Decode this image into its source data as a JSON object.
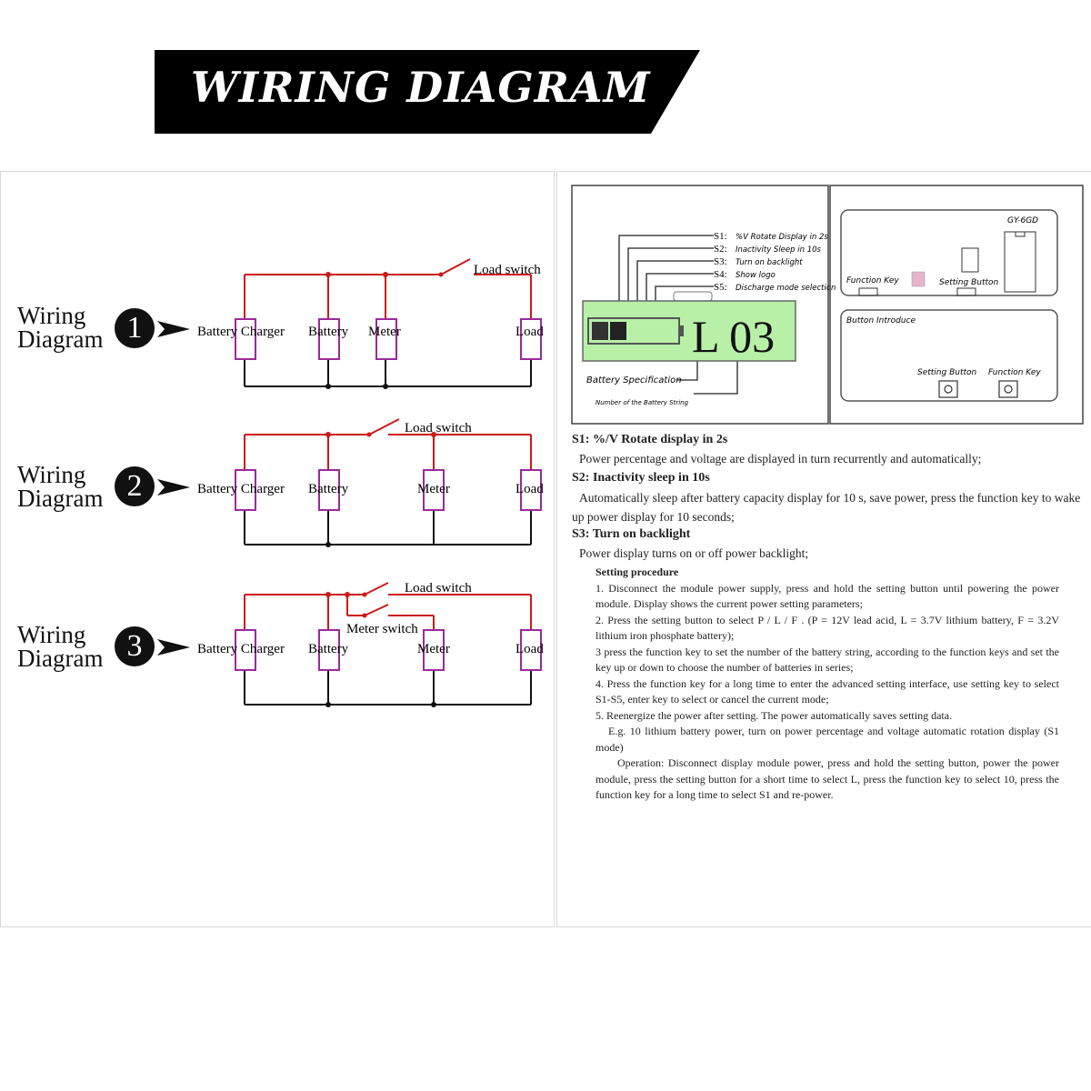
{
  "banner": {
    "title": "WIRING DIAGRAM"
  },
  "diagrams": [
    {
      "label_line1": "Wiring",
      "label_line2": "Diagram",
      "number": "1",
      "components": [
        "Battery",
        "Charger",
        "Battery",
        "Meter",
        "Load"
      ],
      "switch_label": "Load switch"
    },
    {
      "label_line1": "Wiring",
      "label_line2": "Diagram",
      "number": "2",
      "components": [
        "Battery",
        "Charger",
        "Battery",
        "Meter",
        "Load"
      ],
      "switch_label": "Load switch"
    },
    {
      "label_line1": "Wiring",
      "label_line2": "Diagram",
      "number": "3",
      "components": [
        "Battery",
        "Charger",
        "Battery",
        "Meter",
        "Load"
      ],
      "switch_label": "Load switch",
      "meter_switch_label": "Meter switch"
    }
  ],
  "display_panel": {
    "settings": [
      {
        "code": "S1:",
        "desc": "%V Rotate Display in 2s"
      },
      {
        "code": "S2:",
        "desc": "Inactivity Sleep in 10s"
      },
      {
        "code": "S3:",
        "desc": "Turn on backlight"
      },
      {
        "code": "S4:",
        "desc": "Show logo"
      },
      {
        "code": "S5:",
        "desc": "Discharge mode selection"
      }
    ],
    "lcd_text": "L 03",
    "battery_spec_label": "Battery Specification",
    "battery_string_label": "Number of the Battery String",
    "lcd_color": "#b8f0a8"
  },
  "module_panel": {
    "model": "GY-6GD",
    "function_key_label": "Function Key",
    "setting_button_label": "Setting Button",
    "button_introduce": "Button Introduce",
    "intro_setting_button": "Setting Button",
    "intro_function_key": "Function Key"
  },
  "instructions": {
    "s1_title": "S1:  %/V  Rotate display in 2s",
    "s1_body": "Power percentage and voltage are displayed in turn recurrently and automatically;",
    "s2_title": "S2:  Inactivity sleep in 10s",
    "s2_body": "Automatically sleep after battery capacity display for 10 s, save power, press the function key to wake up power display for 10 seconds;",
    "s3_title": "S3:  Turn on backlight",
    "s3_body": "Power display turns on or off power backlight;",
    "setting_title": "Setting procedure",
    "steps": [
      "1. Disconnect the module power supply, press and hold the setting button until powering the power module. Display shows the current power setting parameters;",
      "2. Press the setting button to select P / L / F .  (P = 12V lead acid, L = 3.7V lithium battery, F = 3.2V lithium iron phosphate battery);",
      "3 press the function key to set the number of the battery string, according to the function keys and set the key up or down to choose the number of batteries in series;",
      "4. Press the function key for a long time to enter the advanced setting interface, use setting key to select S1-S5, enter key to select or cancel the current mode;",
      "5. Reenergize the power after setting. The power automatically saves setting data."
    ],
    "example": "E.g. 10 lithium battery power, turn on power percentage and voltage automatic rotation display (S1 mode)",
    "operation": "Operation: Disconnect display module power, press and hold the setting button, power the power module, press the setting button for a short time to select L, press the function key to select 10, press the function key for a long time to select S1 and re-power."
  },
  "colors": {
    "wire_red": "#cc1a1a",
    "component_purple": "#9a2a9a",
    "banner_black": "#000000"
  }
}
